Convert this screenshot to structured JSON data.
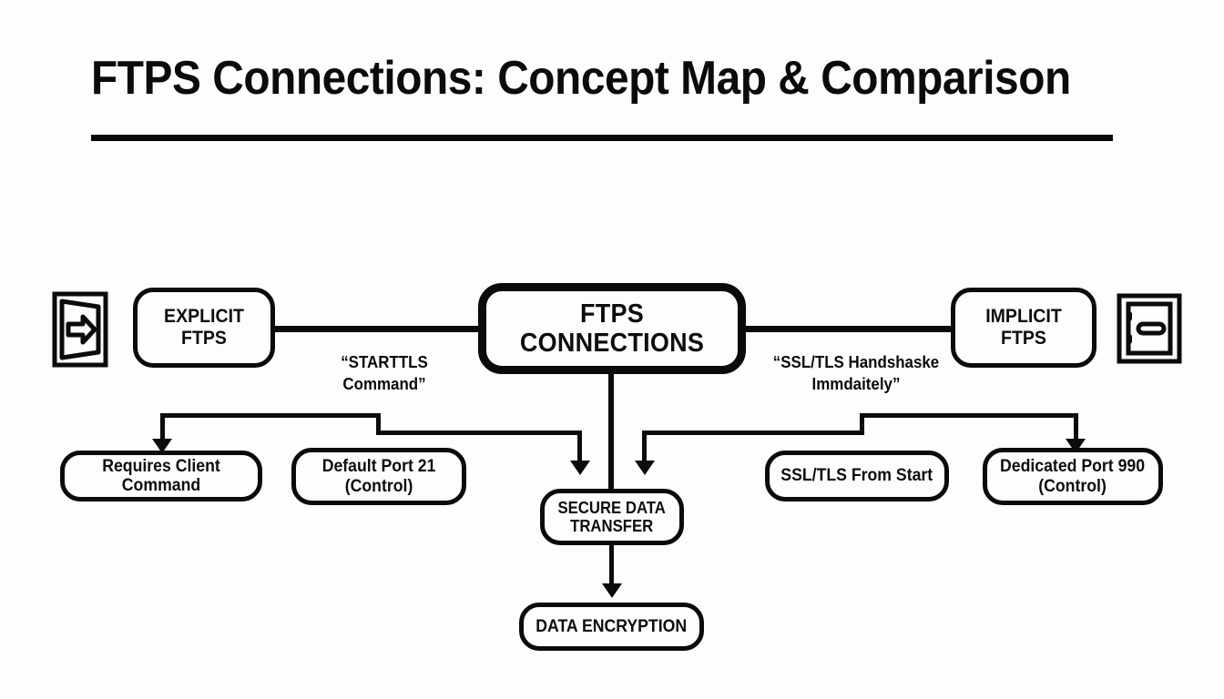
{
  "page": {
    "title": "FTPS Connections: Concept Map & Comparison",
    "background_color": "#fdfdfd",
    "ink_color": "#0b0b0b"
  },
  "diagram": {
    "type": "concept-map",
    "center_node": {
      "label": "FTPS CONNECTIONS"
    },
    "branches": [
      {
        "side": "left",
        "node_label": "EXPLICIT FTPS",
        "edge_label": "“STARTTLS Command”",
        "icon": "open-door-arrow-icon",
        "children": [
          {
            "label": "Requires Client Command"
          },
          {
            "label_line1": "Default Port 21",
            "label_line2": "(Control)"
          }
        ]
      },
      {
        "side": "right",
        "node_label": "IMPLICIT FTPS",
        "edge_label_line1": "“SSL/TLS Handshaske",
        "edge_label_line2": "Immdaitely”",
        "icon": "closed-door-vault-icon",
        "children": [
          {
            "label": "SSL/TLS From Start"
          },
          {
            "label_line1": "Dedicated Port 990",
            "label_line2": "(Control)"
          }
        ]
      }
    ],
    "center_chain": [
      {
        "label_line1": "SECURE DATA",
        "label_line2": "TRANSFER"
      },
      {
        "label": "DATA ENCRYPTION"
      }
    ]
  }
}
